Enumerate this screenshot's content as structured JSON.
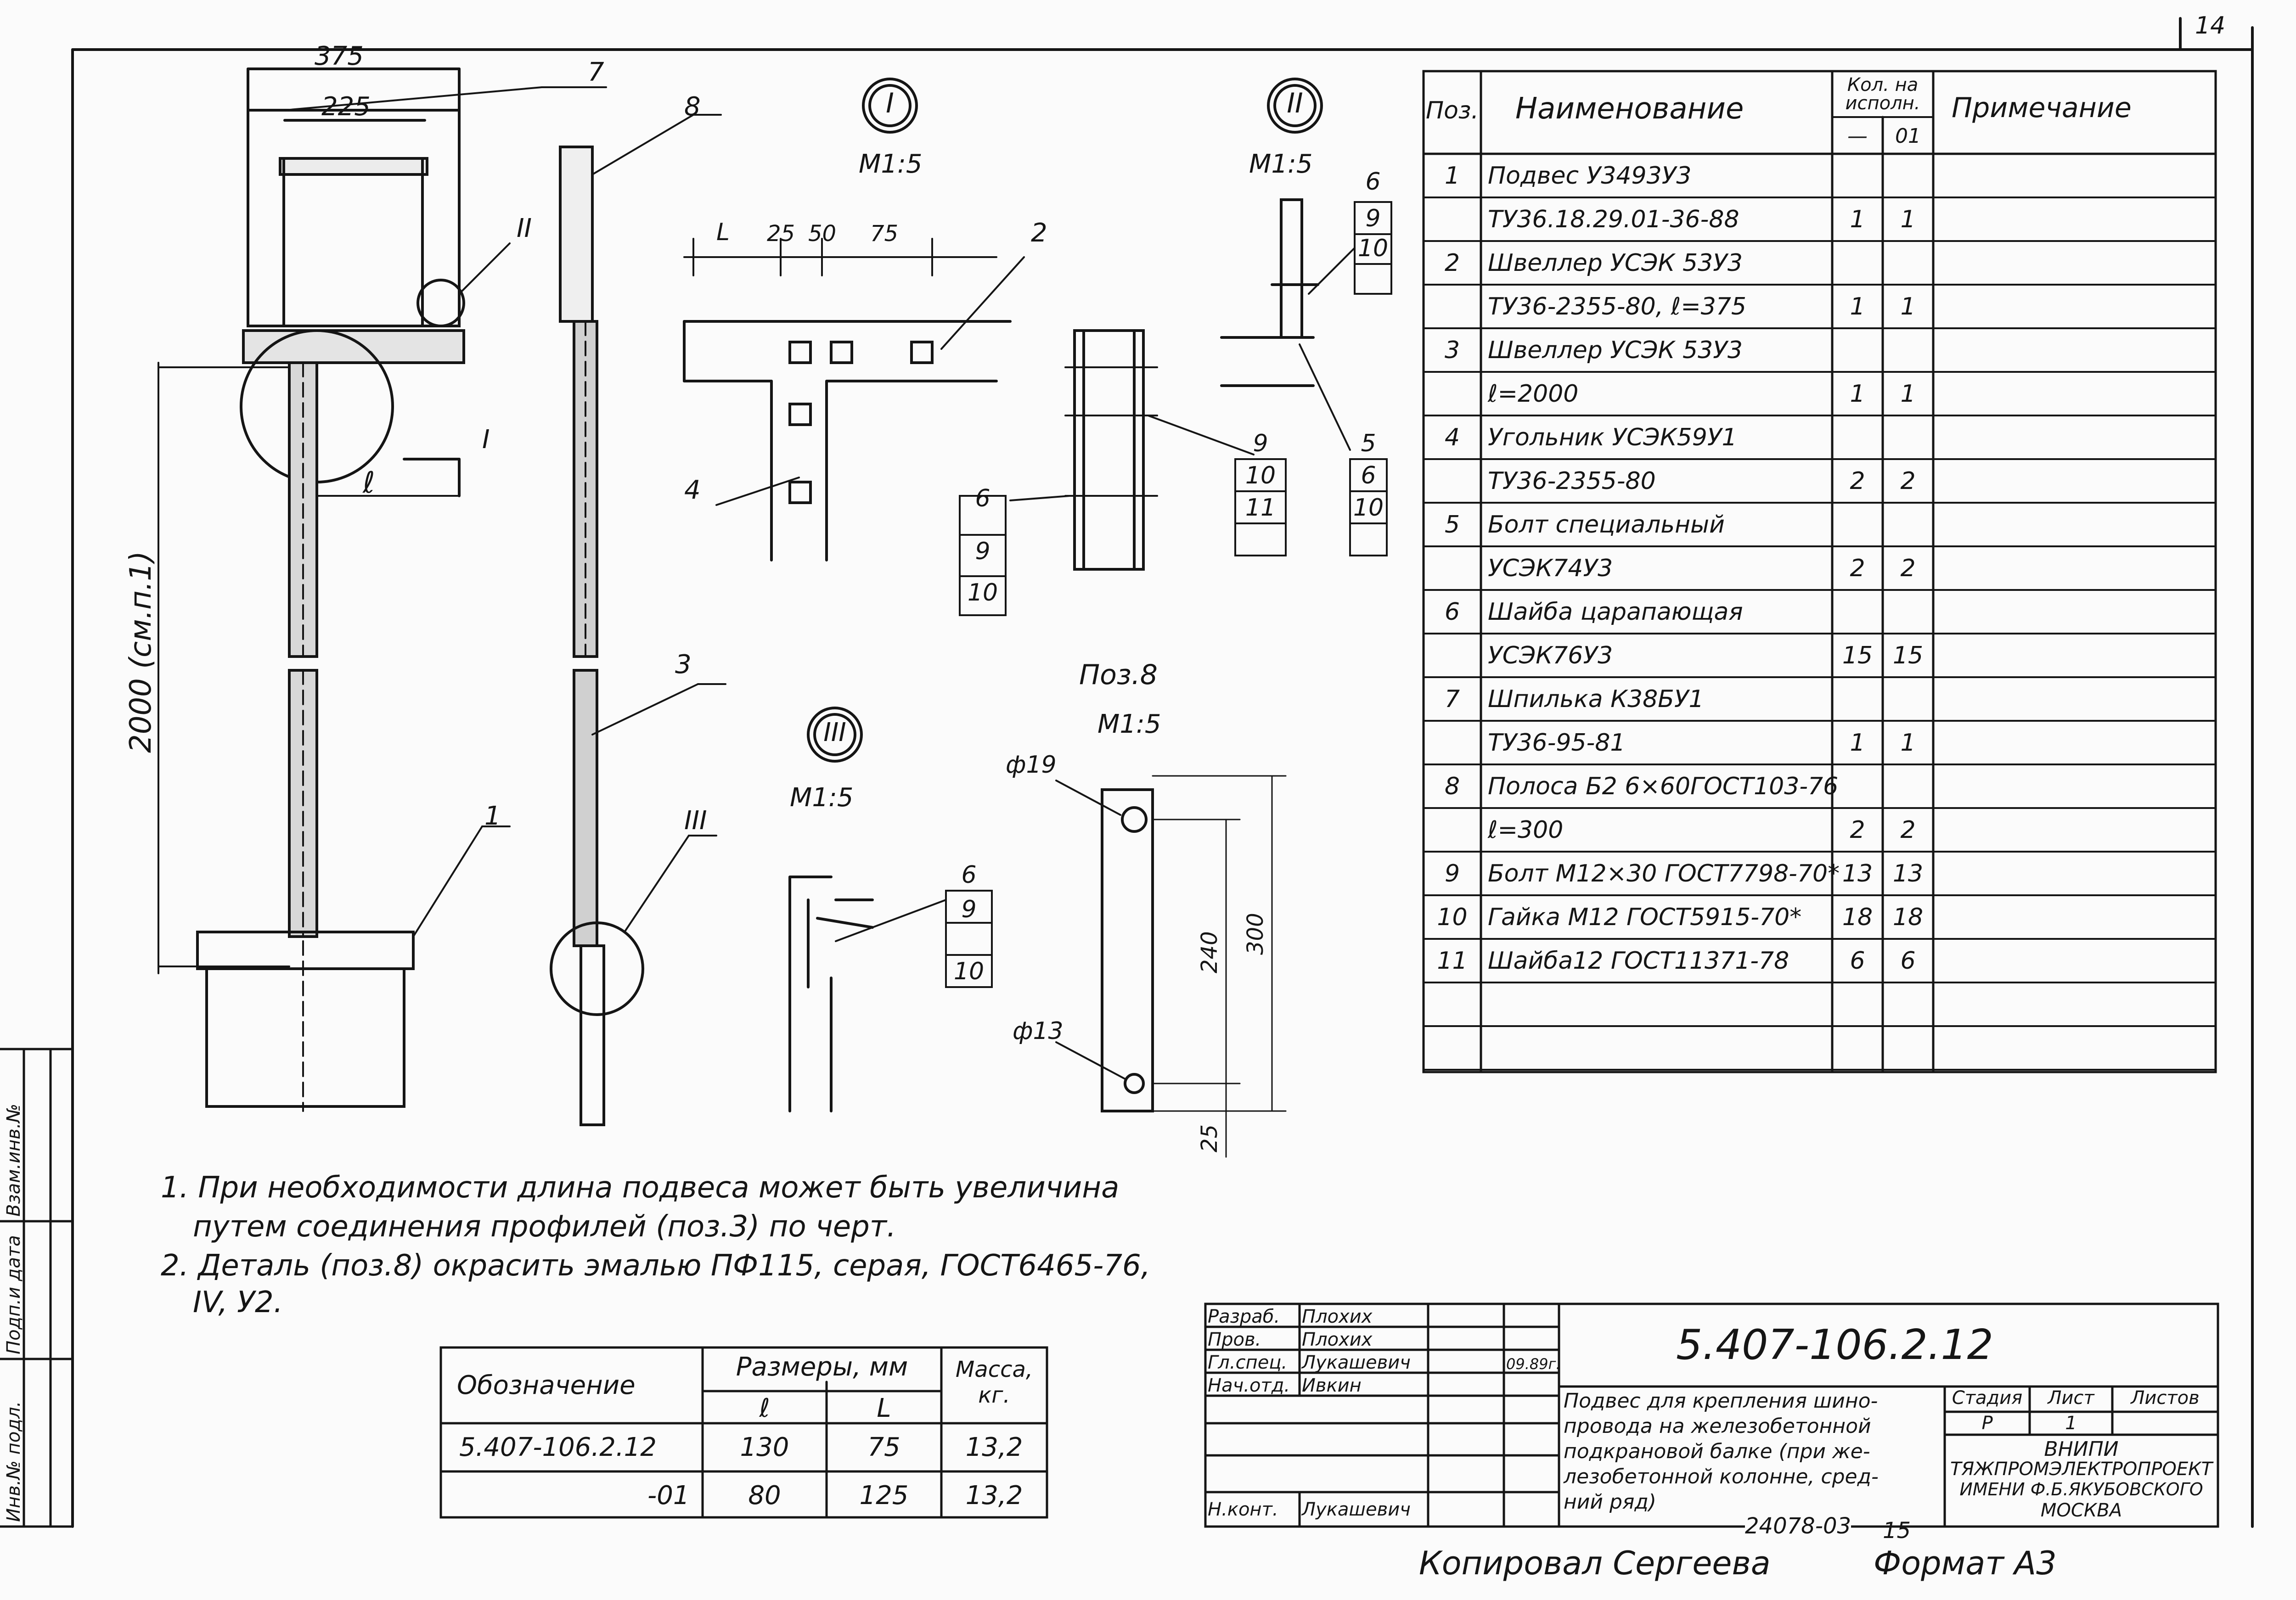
{
  "sheet_number": "14",
  "views": {
    "front_dim_375": "375",
    "front_dim_225": "225",
    "front_dim_2000": "2000 (см.п.1)",
    "front_dim_l": "ℓ",
    "callout_I": "I",
    "callout_II": "II",
    "callout_III": "III",
    "scale_I": "M1:5",
    "scale_II": "M1:5",
    "scale_III": "M1:5",
    "poz8_title": "Поз.8",
    "poz8_scale": "M1:5",
    "detail_dims": [
      "L",
      "25",
      "50",
      "75"
    ],
    "poz8_dims": {
      "d19": "ф19",
      "d13": "ф13",
      "d240": "240",
      "d300": "300",
      "d25": "25"
    },
    "leaders": {
      "p1": "1",
      "p2": "2",
      "p3": "3",
      "p4": "4",
      "p7": "7",
      "p8": "8",
      "I_right": "I",
      "II_right": "II",
      "III_right": "III",
      "g_6_9_10_left": [
        "6",
        "9",
        "10"
      ],
      "g_9_10_11": [
        "9",
        "10",
        "11"
      ],
      "g_6_9_10_II": [
        "6",
        "9",
        "10"
      ],
      "g_5_6_10": [
        "5",
        "6",
        "10"
      ],
      "g_6_9_10_III": [
        "6",
        "9",
        "10"
      ]
    }
  },
  "spec": {
    "head": {
      "poz": "Поз.",
      "name": "Наименование",
      "qty": "Кол. на исполн.",
      "q1": "—",
      "q2": "01",
      "note": "Примечание"
    },
    "rows": [
      {
        "poz": "1",
        "name": "Подвес У3493У3",
        "q1": "",
        "q2": ""
      },
      {
        "poz": "",
        "name": "ТУ36.18.29.01-36-88",
        "q1": "1",
        "q2": "1"
      },
      {
        "poz": "2",
        "name": "Швеллер УСЭК 53У3",
        "q1": "",
        "q2": ""
      },
      {
        "poz": "",
        "name": "ТУ36-2355-80, ℓ=375",
        "q1": "1",
        "q2": "1"
      },
      {
        "poz": "3",
        "name": "Швеллер УСЭК 53У3",
        "q1": "",
        "q2": ""
      },
      {
        "poz": "",
        "name": "ℓ=2000",
        "q1": "1",
        "q2": "1"
      },
      {
        "poz": "4",
        "name": "Угольник УСЭК59У1",
        "q1": "",
        "q2": ""
      },
      {
        "poz": "",
        "name": "ТУ36-2355-80",
        "q1": "2",
        "q2": "2"
      },
      {
        "poz": "5",
        "name": "Болт специальный",
        "q1": "",
        "q2": ""
      },
      {
        "poz": "",
        "name": "УСЭК74У3",
        "q1": "2",
        "q2": "2"
      },
      {
        "poz": "6",
        "name": "Шайба царапающая",
        "q1": "",
        "q2": ""
      },
      {
        "poz": "",
        "name": "УСЭК76У3",
        "q1": "15",
        "q2": "15"
      },
      {
        "poz": "7",
        "name": "Шпилька К38БУ1",
        "q1": "",
        "q2": ""
      },
      {
        "poz": "",
        "name": "ТУ36-95-81",
        "q1": "1",
        "q2": "1"
      },
      {
        "poz": "8",
        "name": "Полоса Б2 6×60ГОСТ103-76",
        "q1": "",
        "q2": ""
      },
      {
        "poz": "",
        "name": "ℓ=300",
        "q1": "2",
        "q2": "2"
      },
      {
        "poz": "9",
        "name": "Болт М12×30 ГОСТ7798-70*",
        "q1": "13",
        "q2": "13"
      },
      {
        "poz": "10",
        "name": "Гайка М12 ГОСТ5915-70*",
        "q1": "18",
        "q2": "18"
      },
      {
        "poz": "11",
        "name": "Шайба12 ГОСТ11371-78",
        "q1": "6",
        "q2": "6"
      },
      {
        "poz": "",
        "name": "",
        "q1": "",
        "q2": ""
      },
      {
        "poz": "",
        "name": "",
        "q1": "",
        "q2": ""
      }
    ]
  },
  "notes": [
    "1. При необходимости длина подвеса может быть увеличина",
    "путем соединения профилей (поз.3) по черт.",
    "2. Деталь (поз.8) окрасить эмалью ПФ115, серая, ГОСТ6465-76,",
    "IV, У2."
  ],
  "variants": {
    "head": {
      "designation": "Обозначение",
      "dims": "Размеры, мм",
      "l": "ℓ",
      "L": "L",
      "mass": "Масса, кг."
    },
    "rows": [
      {
        "des": "5.407-106.2.12",
        "l": "130",
        "L": "75",
        "mass": "13,2"
      },
      {
        "des": "-01",
        "l": "80",
        "L": "125",
        "mass": "13,2"
      }
    ]
  },
  "title_block": {
    "code": "5.407-106.2.12",
    "title": [
      "Подвес для крепления шино-",
      "провода на железобетонной",
      "подкрановой балке (при же-",
      "лезобетонной колонне, сред-",
      "ний ряд)"
    ],
    "stage_label": "Стадия",
    "sheet_label": "Лист",
    "sheets_label": "Листов",
    "stage": "Р",
    "sheet": "1",
    "org": [
      "ВНИПИ",
      "ТЯЖПРОМЭЛЕКТРОПРОЕКТ",
      "ИМЕНИ Ф.Б.ЯКУБОВСКОГО",
      "МОСКВА"
    ],
    "roles": [
      {
        "role": "Разраб.",
        "name": "Плохих"
      },
      {
        "role": "Пров.",
        "name": "Плохих"
      },
      {
        "role": "Гл.спец.",
        "name": "Лукашевич"
      },
      {
        "role": "Нач.отд.",
        "name": "Ивкин"
      },
      {
        "role": "Н.конт.",
        "name": "Лукашевич"
      }
    ],
    "date": "09.89г.",
    "inv_number": "24078-03",
    "page": "15"
  },
  "side_stamp": [
    "Взам.инв.№",
    "Подп.и дата",
    "Инв.№ подл."
  ],
  "footer": {
    "copied": "Копировал Сергеева",
    "format": "Формат А3"
  }
}
